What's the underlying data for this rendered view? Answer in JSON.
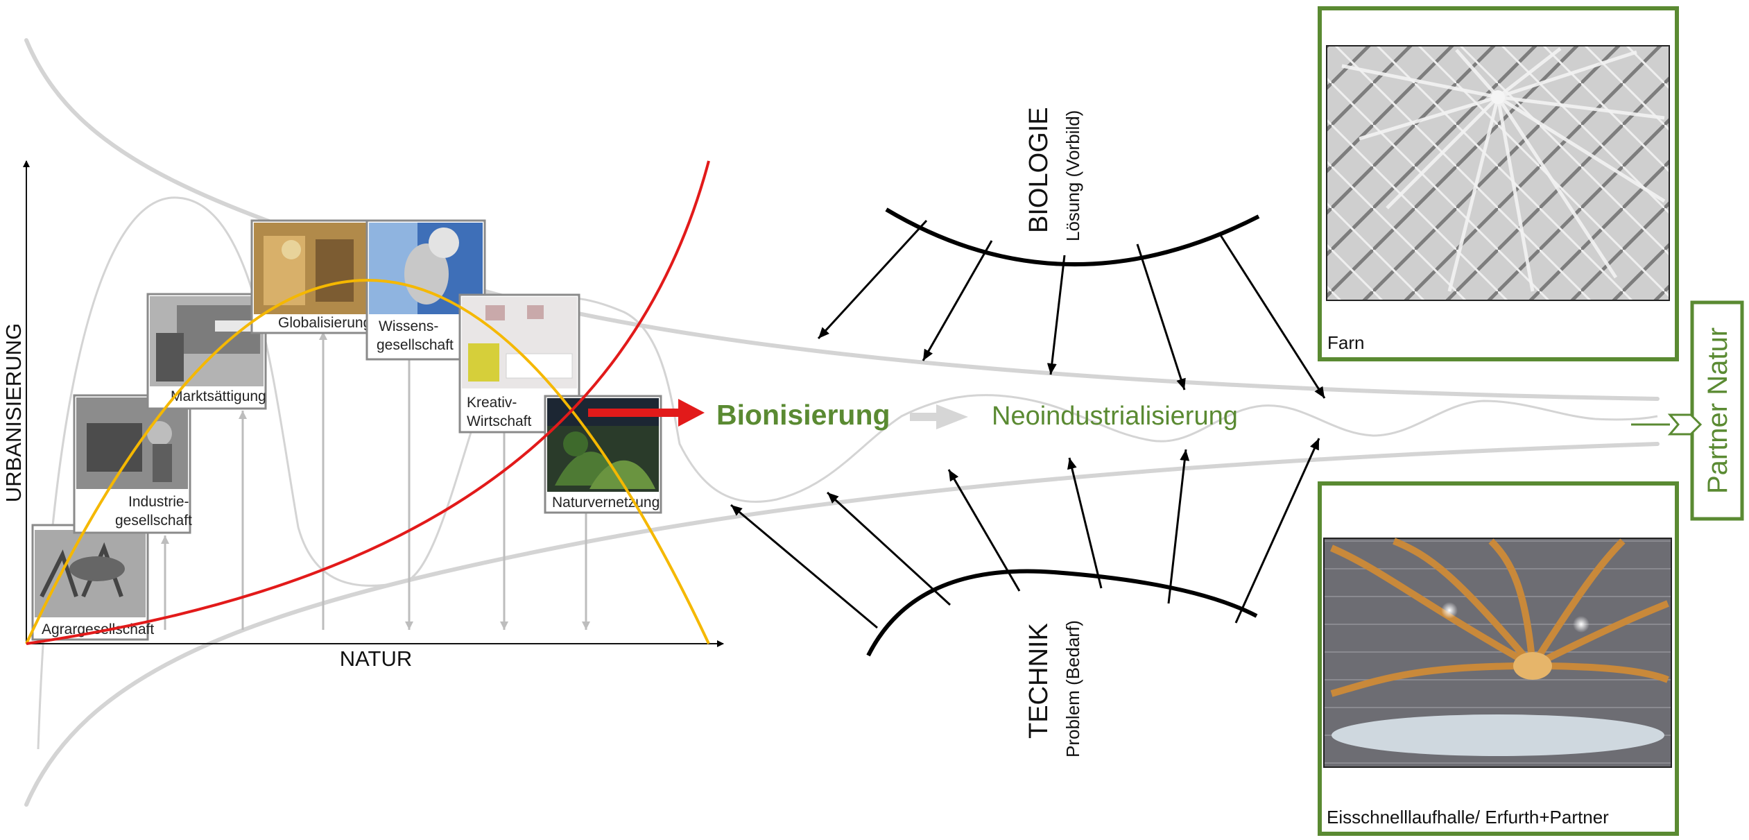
{
  "axes": {
    "y_label": "URBANISIERUNG",
    "x_label": "NATUR"
  },
  "stages": [
    {
      "line1": "Agrargesellschaft",
      "line2": ""
    },
    {
      "line1": "Industrie-",
      "line2": "gesellschaft"
    },
    {
      "line1": "Marktsättigung",
      "line2": ""
    },
    {
      "line1": "Globalisierung",
      "line2": ""
    },
    {
      "line1": "Wissens-",
      "line2": "gesellschaft"
    },
    {
      "line1": "Kreativ-",
      "line2": "Wirtschaft"
    },
    {
      "line1": "Naturvernetzung",
      "line2": ""
    }
  ],
  "center": {
    "bionisierung": "Bionisierung",
    "neoindustrialisierung": "Neoindustrialisierung"
  },
  "biologie": {
    "title": "BIOLOGIE",
    "subtitle": "Lösung (Vorbild)"
  },
  "technik": {
    "title": "TECHNIK",
    "subtitle": "Problem (Bedarf)"
  },
  "partner": "Partner Natur",
  "photos": {
    "top_caption": "Farn",
    "bottom_caption": "Eisschnelllaufhalle/ Erfurth+Partner"
  },
  "colors": {
    "green": "#5a8a32",
    "red": "#e21a1a",
    "orange": "#f5b800",
    "grey": "#cfcfcf"
  }
}
